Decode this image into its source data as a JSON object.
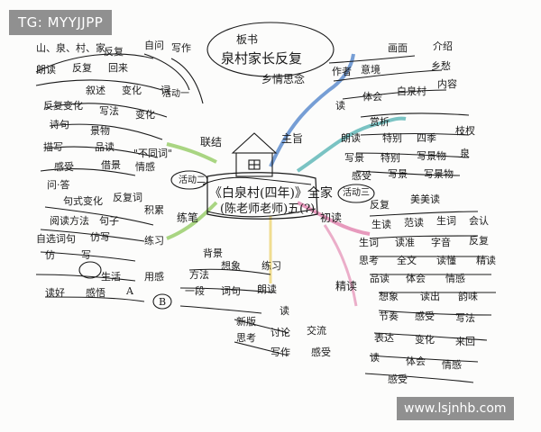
{
  "watermark_top": "TG: MYYJJPP",
  "watermark_bottom": "www.lsjnhb.com",
  "colors": {
    "line_dark": "#1a1a1a",
    "branch_blue": "#4a7fc8",
    "branch_teal": "#4fb0b0",
    "branch_green": "#8ec85a",
    "branch_pink": "#e07aa8",
    "branch_yellow": "#e8c84a"
  },
  "center": {
    "title": "《白泉村(四年)》全家",
    "subtitle": "(陈老师老师)五(?)",
    "house_label": "田"
  },
  "top_title": {
    "line1": "板书",
    "line2": "泉村家长反复",
    "line3": "乡情思念"
  },
  "branches": {
    "lianxi": "联结",
    "zhuzhi": "主旨",
    "lianxi2": "练笔",
    "chudu": "初读",
    "jingdu": "精读",
    "huodong1": "活动一",
    "huodong2": "活动二",
    "huodong3": "活动三"
  },
  "notes": {
    "tl1": "山、泉、村、家",
    "tl2": "反复",
    "tl3": "自问",
    "tl4": "写作",
    "tl5": "朗读",
    "tl6": "反复",
    "tl7": "回来",
    "tl8": "写法",
    "tl9": "叙述",
    "tl10": "变化",
    "tl11": "反复变化",
    "tl12": "词",
    "tl13": "问·答",
    "tl14": "品读",
    "tl15": "诗句",
    "tl16": "景物",
    "tl17": "描写",
    "tl18": "感受",
    "tl19": "\"不同词\"",
    "tl20": "借景",
    "tl21": "情感",
    "tr1": "意境",
    "tr2": "画面",
    "tr3": "作者",
    "tr4": "介绍",
    "tr5": "乡愁",
    "tr6": "白泉村",
    "tr7": "读",
    "tr8": "体会",
    "tr9": "内容",
    "tr10": "朗读",
    "tr11": "赏析",
    "tr12": "特别",
    "tr13": "四季",
    "tr14": "枝杈",
    "tr15": "写景",
    "tr16": "写景物",
    "tr17": "泉",
    "tr18": "感受",
    "ml1": "反复词",
    "ml2": "句式变化",
    "ml3": "阅读方法",
    "ml4": "自选词句",
    "ml5": "仿写",
    "ml6": "练习",
    "ml7": "积累",
    "ml8": "句子",
    "ml9": "仿",
    "ml10": "写",
    "bl1": "背景",
    "bl2": "想象",
    "bl3": "练习",
    "bl4": "朗读",
    "bl5": "读好",
    "bl6": "感悟",
    "bl7": "一段",
    "bl8": "词句",
    "bl9": "生活",
    "bl10": "用感",
    "bl11": "方法",
    "bl12": "A",
    "bl13": "B",
    "bm1": "新版",
    "bm2": "思考",
    "bm3": "讨论",
    "bm4": "读",
    "bm5": "交流",
    "bm6": "写作",
    "bm7": "感受",
    "br1": "生读",
    "br2": "范读",
    "br3": "生词",
    "br4": "会认",
    "br5": "读准",
    "br6": "字音",
    "br7": "精读",
    "br8": "读懂",
    "br9": "思考",
    "br10": "全文",
    "br11": "反复",
    "br12": "美美读",
    "br13": "品读",
    "br14": "体会",
    "br15": "想象",
    "br16": "情感",
    "br17": "读出",
    "br18": "韵味",
    "br19": "节奏",
    "br20": "反复",
    "br21": "感受",
    "br22": "写法",
    "br23": "表达",
    "br24": "变化",
    "br25": "来回",
    "br26": "读"
  }
}
